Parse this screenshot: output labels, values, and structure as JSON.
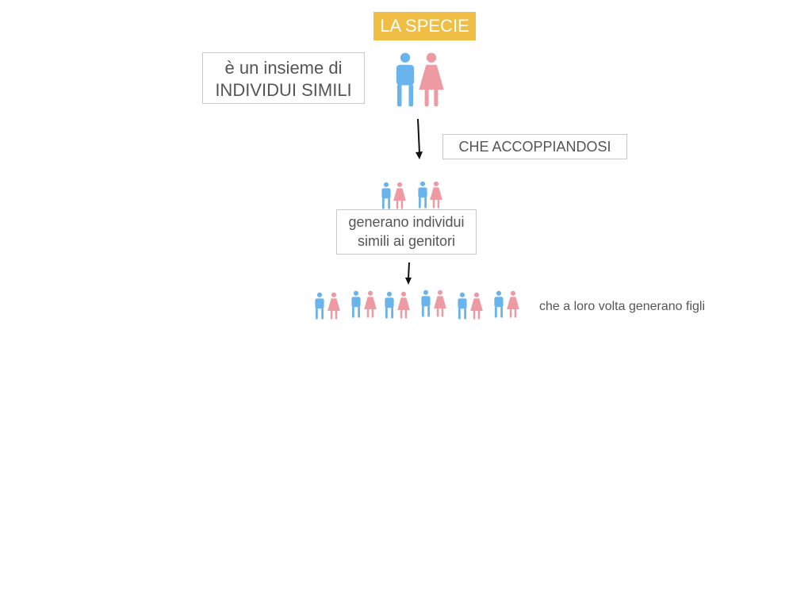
{
  "slide": {
    "title": "LA SPECIE",
    "definition": {
      "line1": "è un insieme di",
      "line2": "INDIVIDUI SIMILI"
    },
    "mating_label": "CHE ACCOPPIANDOSI",
    "offspring": {
      "line1": "generano individui",
      "line2": "simili ai genitori"
    },
    "next_generation_note": "che a loro volta generano figli"
  },
  "colors": {
    "title_bg": "#f0bd45",
    "male": "#6ab4ee",
    "female": "#ee9aa3",
    "box_border": "#c9c9c9",
    "text": "#555555",
    "arrow": "#111111"
  },
  "icons": {
    "male": "male-figure-icon",
    "female": "female-figure-icon",
    "arrow": "arrow-down-icon"
  }
}
